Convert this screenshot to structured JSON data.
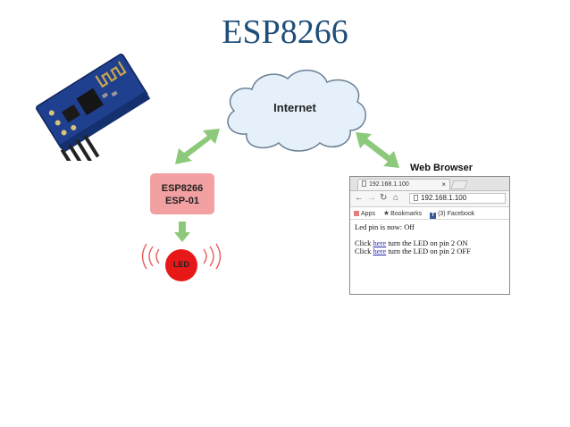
{
  "title": "ESP8266",
  "cloud_label": "Internet",
  "esp_box": {
    "line1": "ESP8266",
    "line2": "ESP-01"
  },
  "led_label": "LED",
  "web_browser_label": "Web Browser",
  "browser": {
    "tab_title": "192.168.1.100",
    "tab_close": "×",
    "url": "192.168.1.100",
    "bookmarks": [
      "Apps",
      "Bookmarks",
      "(3) Facebook"
    ],
    "status_line": "Led pin is now: Off",
    "links": [
      {
        "prefix": "Click ",
        "link": "here",
        "suffix": " turn the LED on pin 2 ON"
      },
      {
        "prefix": "Click ",
        "link": "here",
        "suffix": " turn the LED on pin 2 OFF"
      }
    ]
  },
  "colors": {
    "title": "#1f4e79",
    "arrow": "#8dc97a",
    "esp_box": "#f2a0a1",
    "led": "#e81818",
    "cloud_fill": "#e6f0fb",
    "cloud_stroke": "#6b7f93",
    "module_pcb": "#1f3f8f"
  }
}
